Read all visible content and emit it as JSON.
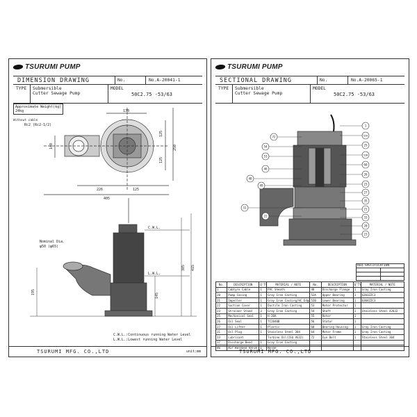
{
  "brand": "TSURUMI PUMP",
  "left": {
    "title": "DIMENSION DRAWING",
    "no_label": "No.",
    "no_value": "No.A-20041-1",
    "type_label": "TYPE",
    "type_value_1": "Submersible",
    "type_value_2": "Cutter Sewage Pump",
    "model_label": "MODEL",
    "model_value": "50C2.75 -53/63",
    "weight_label": "Approximate Weight(kg)",
    "weight_value": "24kg",
    "weight_note": "Without cable",
    "dim_138": "138",
    "dim_rc": "Rc2 (Rc2-1/2)",
    "dim_140": "140",
    "dim_125a": "125",
    "dim_125b": "125",
    "dim_250": "250",
    "dim_226": "226",
    "dim_125c": "125",
    "dim_405": "405",
    "cwl": "C.W.L.",
    "lwl": "L.W.L.",
    "dim_385": "385",
    "dim_415": "415",
    "dim_195": "195",
    "dim_145": "145",
    "nominal_1": "Nominal Dia.",
    "nominal_2": "φ50 (φ65)",
    "legend_1": "C.W.L.:Continuous running Water Level",
    "legend_2": "L.W.L.:Lowest running Water Level",
    "company": "TSURUMI MFG. CO.,LTD",
    "unit": "unit:mm"
  },
  "right": {
    "title": "SECTIONAL DRAWING",
    "no_label": "No.",
    "no_value": "No.A-20065-1",
    "type_label": "TYPE",
    "type_value_1": "Submersible",
    "type_value_2": "Cutter Sewage Pump",
    "model_label": "MODEL",
    "model_value": "50C2.75 -53/63",
    "spec_title": "REQ.SPECIFICATION",
    "company": "TSURUMI MFG. CO.,LTD",
    "balloons_left": [
      "72",
      "54",
      "53",
      "48",
      "46",
      "49",
      "31",
      "22"
    ],
    "balloons_right": [
      "1",
      "52A",
      "25",
      "52B",
      "60",
      "26",
      "23",
      "27",
      "35",
      "21",
      "33",
      "20",
      "23"
    ],
    "parts_headers": [
      "No.",
      "DESCRIPTION",
      "Q'TY",
      "MATERIAL / NOTE",
      "No.",
      "DESCRIPTION",
      "Q'TY",
      "MATERIAL / NOTE"
    ],
    "parts_rows": [
      [
        "1",
        "Cabtyre Cable",
        "1",
        "PVC Sheath",
        "48",
        "Discharge Flange",
        "1",
        "Gray Iron Casting"
      ],
      [
        "20",
        "Pump Casing",
        "1",
        "Gray Iron Casting",
        "52A",
        "Upper Bearing",
        "1",
        "6203ZZC3"
      ],
      [
        "21",
        "Impeller",
        "1",
        "Gray Iron Casting/HC Edge",
        "52B",
        "Lower Bearing",
        "1",
        "6304ZZC3"
      ],
      [
        "22",
        "Suction Cover",
        "1",
        "Ductile Iron Casting",
        "53",
        "Motor Protector",
        "1",
        ""
      ],
      [
        "23",
        "Strainer Stand",
        "3",
        "Gray Iron Casting",
        "54",
        "Shaft",
        "1",
        "Stainless Steel 420J2"
      ],
      [
        "25",
        "Mechanical Seal",
        "1",
        "H-20A",
        "55",
        "Rotor",
        "1",
        ""
      ],
      [
        "26",
        "Oil Seal",
        "1",
        "TC2840B",
        "56",
        "Stator",
        "1",
        ""
      ],
      [
        "27",
        "Oil Lifter",
        "1",
        "Plastic",
        "60",
        "Bearing Housing",
        "1",
        "Gray Iron Casting"
      ],
      [
        "31",
        "Oil Plug",
        "1",
        "Stainless Steel 304",
        "64",
        "Motor Frame",
        "1",
        "Gray Iron Casting"
      ],
      [
        "33",
        "Lubricant",
        "",
        "Turbine Oil(ISO VG32)",
        "72",
        "Eye Bolt",
        "1",
        "Stainless Steel 304"
      ],
      [
        "37",
        "Discharge Bend",
        "1",
        "Gray Iron Casting",
        "",
        "",
        "",
        ""
      ],
      [
        "46",
        "Air Release Valve",
        "1",
        "Nylon",
        "",
        "",
        "",
        ""
      ]
    ]
  }
}
